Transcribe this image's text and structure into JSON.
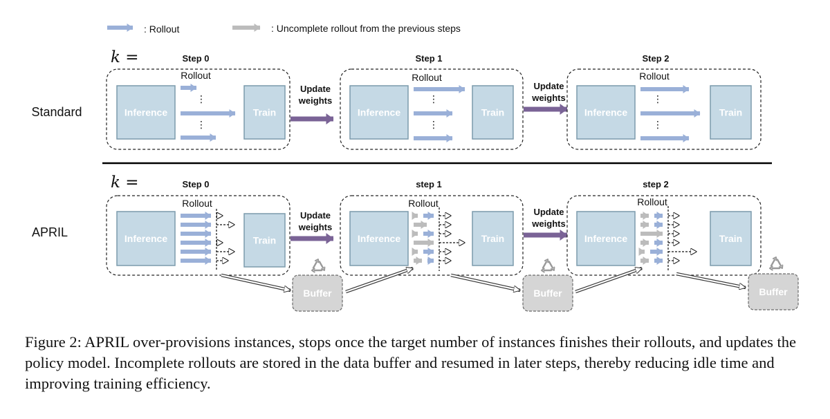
{
  "legend": {
    "rollout": ": Rollout",
    "uncomplete": ": Uncomplete rollout from the previous steps"
  },
  "k_label": "k =",
  "standard": {
    "row_label": "Standard",
    "steps": [
      "Step 0",
      "Step 1",
      "Step 2"
    ]
  },
  "april": {
    "row_label": "APRIL",
    "steps": [
      "Step 0",
      "step 1",
      "step 2"
    ]
  },
  "boxes": {
    "inference": "Inference",
    "train": "Train",
    "rollout": "Rollout",
    "update_line1": "Update",
    "update_line2": "weights",
    "buffer": "Buffer",
    "ellipsis": "⋮"
  },
  "icons": {
    "recycle": "recycle-icon"
  },
  "colors": {
    "box_fill": "#c5d9e5",
    "box_stroke": "#7b9aac",
    "rollout_arrow": "#9ab0d8",
    "uncomplete_arrow": "#bcbcbc",
    "update_arrow": "#7a6396",
    "buffer_fill": "#d5d5d5"
  },
  "caption": "Figure 2: APRIL over-provisions instances, stops once the target number of instances finishes their rollouts, and updates the policy model. Incomplete rollouts are stored in the data buffer and resumed in later steps, thereby reducing idle time and improving training efficiency."
}
